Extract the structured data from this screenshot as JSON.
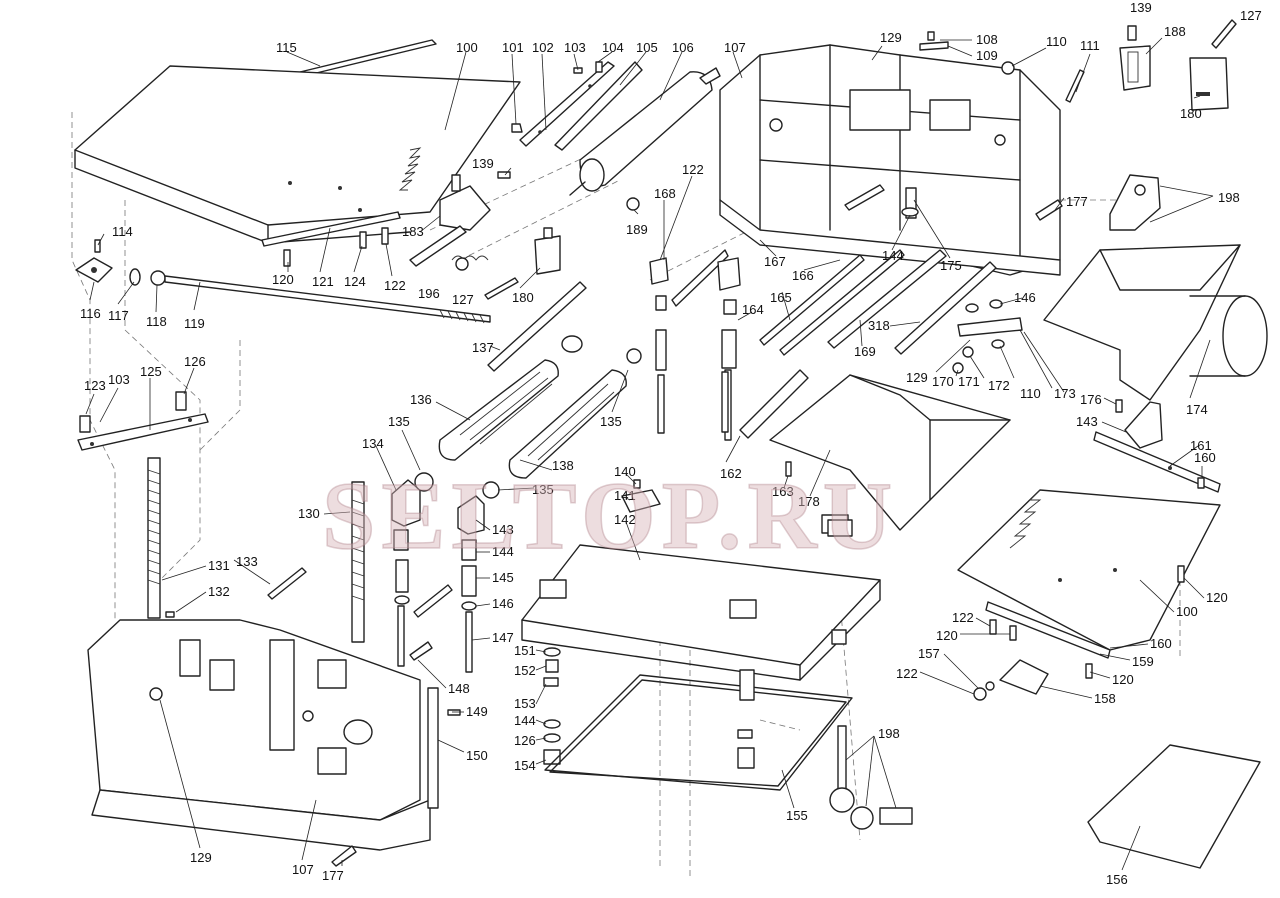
{
  "watermark": "SELTOP.RU",
  "labels": {
    "l115": "115",
    "l100a": "100",
    "l101": "101",
    "l102": "102",
    "l103a": "103",
    "l104": "104",
    "l105": "105",
    "l106": "106",
    "l107a": "107",
    "l129a": "129",
    "l108": "108",
    "l109": "109",
    "l110a": "110",
    "l111": "111",
    "l139a": "139",
    "l188": "188",
    "l127a": "127",
    "l180a": "180",
    "l139b": "139",
    "l122a": "122",
    "l168": "168",
    "l189": "189",
    "l183": "183",
    "l180b": "180",
    "l196": "196",
    "l127b": "127",
    "l114": "114",
    "l116": "116",
    "l117": "117",
    "l118": "118",
    "l119": "119",
    "l120a": "120",
    "l121": "121",
    "l124": "124",
    "l122b": "122",
    "l177a": "177",
    "l198a": "198",
    "l167": "167",
    "l166": "166",
    "l144a": "144",
    "l175": "175",
    "l165": "165",
    "l164": "164",
    "l169": "169",
    "l318": "318",
    "l146a": "146",
    "l137": "137",
    "l129b": "129",
    "l170": "170",
    "l171": "171",
    "l172": "172",
    "l110b": "110",
    "l173": "173",
    "l174": "174",
    "l176": "176",
    "l143a": "143",
    "l161": "161",
    "l160a": "160",
    "l123": "123",
    "l103b": "103",
    "l125": "125",
    "l126a": "126",
    "l136": "136",
    "l135a": "135",
    "l135b": "135",
    "l134": "134",
    "l162": "162",
    "l163": "163",
    "l178": "178",
    "l138": "138",
    "l140": "140",
    "l141": "141",
    "l135c": "135",
    "l142": "142",
    "l130": "130",
    "l143b": "143",
    "l144b": "144",
    "l145": "145",
    "l146b": "146",
    "l147": "147",
    "l131": "131",
    "l133": "133",
    "l132": "132",
    "l120b": "120",
    "l100b": "100",
    "l122c": "122",
    "l120c": "120",
    "l160b": "160",
    "l159": "159",
    "l157": "157",
    "l120d": "120",
    "l122d": "122",
    "l158": "158",
    "l148": "148",
    "l151": "151",
    "l152": "152",
    "l153": "153",
    "l144c": "144",
    "l126b": "126",
    "l154": "154",
    "l149": "149",
    "l150": "150",
    "l198b": "198",
    "l155": "155",
    "l129c": "129",
    "l107b": "107",
    "l177b": "177",
    "l156": "156"
  }
}
